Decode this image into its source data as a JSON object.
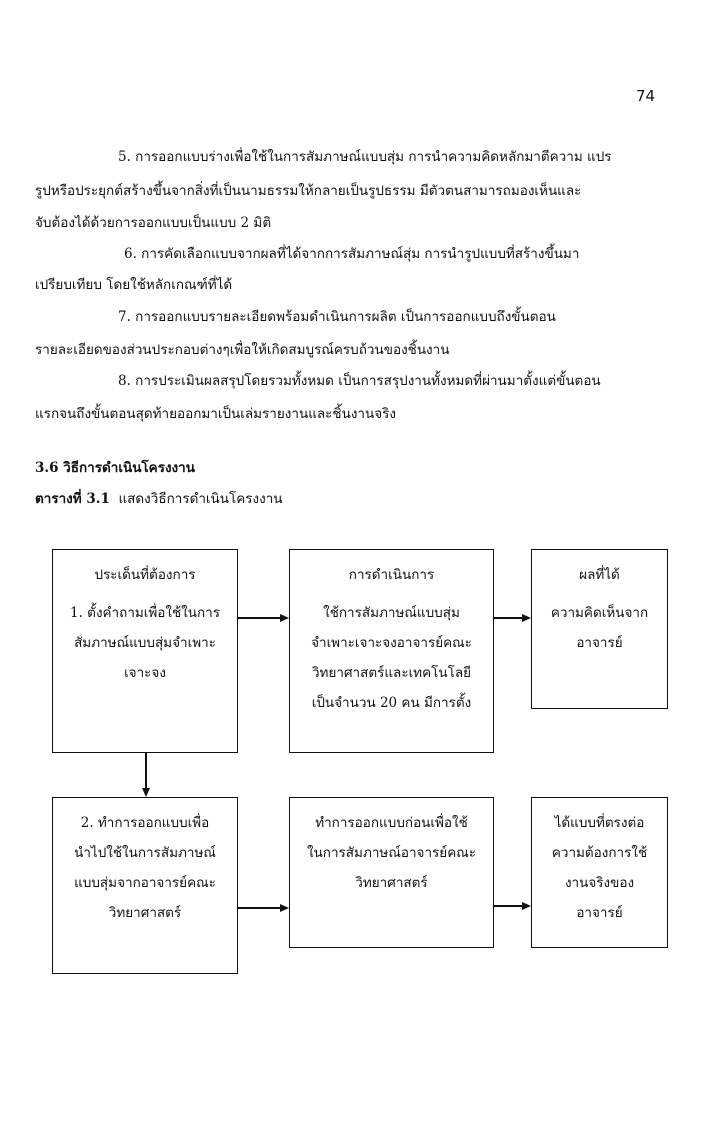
{
  "page_number": "74",
  "paragraphs": [
    "5. การออกแบบร่างเพื่อใช้ในการสัมภาษณ์แบบสุ่ม  การนำความคิดหลักมาตีความ แปร",
    "รูปหรือประยุกต์สร้างขึ้นจากสิ่งที่เป็นนามธรรมให้กลายเป็นรูปธรรม มีตัวตนสามารถมองเห็นและ",
    "จับต้องได้ด้วยการออกแบบเป็นแบบ 2 มิติ",
    "6. การคัดเลือกแบบจากผลที่ได้จากการสัมภาษณ์สุ่ม   การนำรูปแบบที่สร้างขึ้นมา",
    "เปรียบเทียบ โดยใช้หลักเกณฑ์ที่ได้",
    "7.    การออกแบบรายละเอียดพร้อมดำเนินการผลิต เป็นการออกแบบถึงขั้นตอน",
    "รายละเอียดของส่วนประกอบต่างๆเพื่อให้เกิดสมบูรณ์ครบถ้วนของชิ้นงาน",
    "8. การประเมินผลสรุปโดยรวมทั้งหมด  เป็นการสรุปงานทั้งหมดที่ผ่านมาตั้งแต่ขั้นตอน",
    "แรกจนถึงขั้นตอนสุดท้ายออกมาเป็นเล่มรายงานและชิ้นงานจริง"
  ],
  "section_heading": "3.6 วิธีการดำเนินโครงงาน",
  "table_label": "ตารางที่ 3.1",
  "table_caption": "แสดงวิธีการดำเนินโครงงาน",
  "flow": {
    "box1": [
      "ประเด็นที่ต้องการ",
      "1. ตั้งคำถามเพื่อใช้ในการ",
      "สัมภาษณ์แบบสุ่มจำเพาะ",
      "เจาะจง"
    ],
    "box2": [
      "การดำเนินการ",
      "ใช้การสัมภาษณ์แบบสุ่ม",
      "จำเพาะเจาะจงอาจารย์คณะ",
      "วิทยาศาสตร์และเทคโนโลยี",
      "เป็นจำนวน 20 คน มีการตั้ง"
    ],
    "box3": [
      "ผลที่ได้",
      "ความคิดเห็นจาก",
      "อาจารย์"
    ],
    "box4": [
      "2. ทำการออกแบบเพื่อ",
      "นำไปใช้ในการสัมภาษณ์",
      "แบบสุ่มจากอาจารย์คณะ",
      "วิทยาศาสตร์"
    ],
    "box5": [
      "ทำการออกแบบก่อนเพื่อใช้",
      "ในการสัมภาษณ์อาจารย์คณะ",
      "วิทยาศาสตร์"
    ],
    "box6": [
      "ได้แบบที่ตรงต่อ",
      "ความต้องการใช้",
      "งานจริงของ",
      "อาจารย์"
    ]
  }
}
